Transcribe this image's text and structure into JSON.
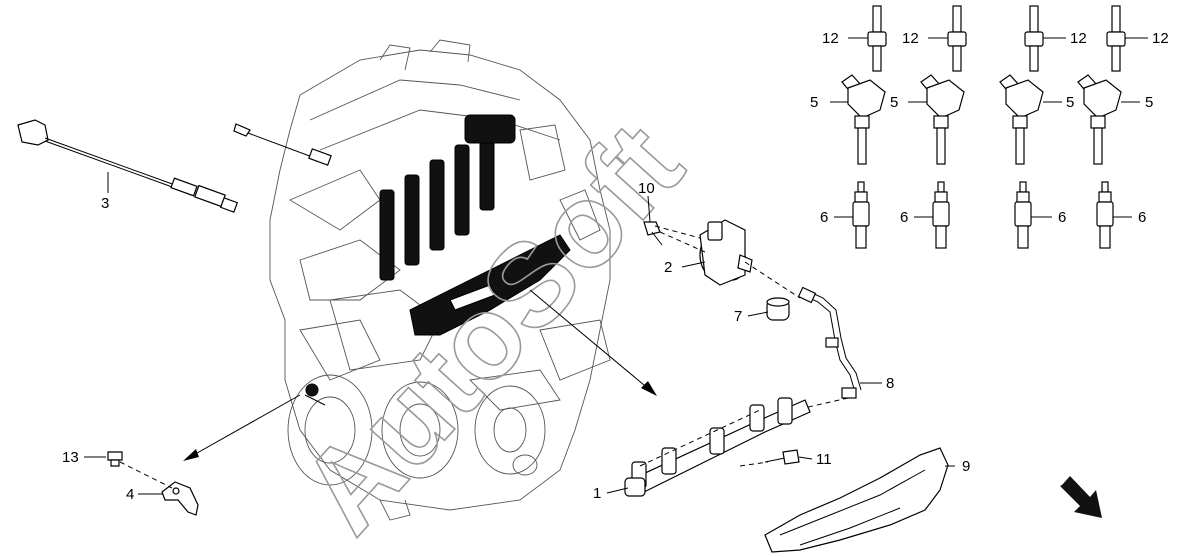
{
  "watermark": "AutoSoft",
  "callouts": [
    "1",
    "2",
    "3",
    "4",
    "5",
    "6",
    "7",
    "8",
    "9",
    "10",
    "11",
    "12",
    "13"
  ]
}
